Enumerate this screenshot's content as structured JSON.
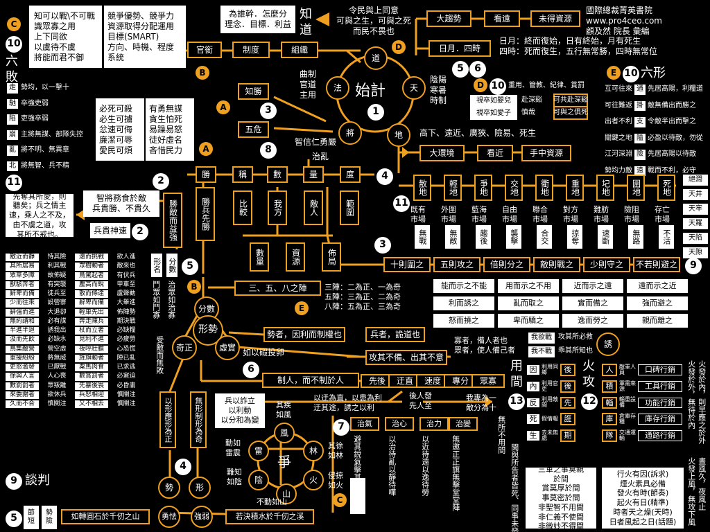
{
  "badges": {
    "n1": "1",
    "n2": "2",
    "n3": "3",
    "n4": "4",
    "n5": "5",
    "n6": "6",
    "n7": "7",
    "n8": "8",
    "n9": "9",
    "n10": "10",
    "n11": "11",
    "n12": "12",
    "n13": "13",
    "a": "A",
    "b": "B",
    "c": "C",
    "d": "D",
    "e": "E"
  },
  "center": {
    "title": "始計",
    "dao": "道",
    "tian": "天",
    "di": "地",
    "jiang": "將",
    "fa": "法",
    "law_notes": "曲制\n官道\n主用",
    "tian_notes": "陰陽\n寒暑\n時制",
    "di_notes": "高下、遠近、廣狹、險易、死生",
    "jiang_notes": "智信仁勇嚴"
  },
  "top_left": {
    "know_victory": "知可以戰\\不可戰\n識眾寡之用\n上下同欲\n以虞待不虞\n將能而君不御",
    "advantage": "競爭優勢、競爭力\n資源取得分配運用\n目標(SMART)\n方向、時機、程度\n系統",
    "officials": "官銜",
    "system": "制度",
    "organization": "組織"
  },
  "top_center": {
    "why": "為誰幹．怎麼分\n理念．目標．利益",
    "know_dao": "知道",
    "dao_meaning": "令民與上同意\n可與之生，可與之死\n而民不畏也"
  },
  "top_right": {
    "trend": "大趨勢",
    "see_far": "看遠",
    "future": "未得資源",
    "sun_moon": "日月．四時",
    "sun_moon_text": "日月：終而復始，日有終始，月有死生\n四時：死而復生，五行無常勝，四時無常位",
    "author": "國際總裁菁英書院 www.pro4ceo.com\n顧及然 院長 彙編"
  },
  "section_d": {
    "heading": "重用、管教、紀律、賞罰",
    "row1": {
      "a": "視卒如嬰兒",
      "b": "赴深谿",
      "c": "可共赴深谿"
    },
    "row2": {
      "a": "視卒如愛子",
      "b": "慎哉",
      "c": "可與之俱死"
    }
  },
  "six_shapes": {
    "title": "六形",
    "items": [
      {
        "a": "互可往來",
        "k": "通",
        "v": "先居高陽，利糧道"
      },
      {
        "a": "可往難返",
        "k": "掛",
        "v": "敵無備出而勝之"
      },
      {
        "a": "出者不利",
        "k": "支",
        "v": "令敵半出而擊之"
      },
      {
        "a": "關鍵之地",
        "k": "隘",
        "v": "必盈以待敵，勿從"
      },
      {
        "a": "江河深淵",
        "k": "險",
        "v": "先居高陽以待敵"
      },
      {
        "a": "勢均力敵",
        "k": "遠",
        "v": "戰而不利，必守"
      }
    ]
  },
  "six_defeats": {
    "title": "六敗",
    "items": [
      {
        "k": "走",
        "v": "勢均，以一擊十"
      },
      {
        "k": "馳",
        "v": "卒強吏弱"
      },
      {
        "k": "陷",
        "v": "吏強卒弱"
      },
      {
        "k": "崩",
        "v": "主將無謀、部隊失控"
      },
      {
        "k": "亂",
        "v": "將不明、無異章"
      },
      {
        "k": "北",
        "v": "將無智、兵不精"
      }
    ]
  },
  "row2": {
    "know": "知勝",
    "five_danger": "五危",
    "must_die": "必死可殺\n必生可擄\n忿速可侮\n廉潔可辱\n愛民可煩",
    "brave": "有勇無謀\n貪生怕死\n易躁易怒\n徒好虛名\n吝惜民力",
    "zhi_luan": "治亂"
  },
  "measures": {
    "sheng": "勝",
    "cheng": "稱",
    "shu": "數",
    "liang": "量",
    "du": "度",
    "compare": "比較",
    "ourside": "我方",
    "enemy": "敵人",
    "scope": "範圍",
    "quantity": "數量",
    "resource": "資源",
    "layout": "佈局",
    "victory_soldier": "勝兵先勝",
    "win_enemy": "勝敵而益強",
    "wise_general": "智將務食於敵\n兵貴勝、不貴久",
    "speed": "兵貴神速"
  },
  "left_quote": "先奪其所愛，則\n聽矣；兵之情主\n速，乘人之不及，\n由不虞之道，攻\n其所不戒也。",
  "env": {
    "big": "大環境",
    "near": "看近",
    "current": "手中資源"
  },
  "terrains": [
    {
      "name": "散地",
      "market": "既有\n市場",
      "action": "無戰"
    },
    {
      "name": "輕地",
      "market": "外圍\n市場",
      "action": "無敵"
    },
    {
      "name": "爭地",
      "market": "藍海\n市場",
      "action": "趨後"
    },
    {
      "name": "交地",
      "market": "自由\n市場",
      "action": "襲擊"
    },
    {
      "name": "衢地",
      "market": "聯合\n市場",
      "action": "合交"
    },
    {
      "name": "重地",
      "market": "對方\n市場",
      "action": "掠奪"
    },
    {
      "name": "圮地",
      "market": "難肪\n市場",
      "action": "速斷"
    },
    {
      "name": "圍地",
      "market": "險阻\n市場",
      "action": "無路"
    },
    {
      "name": "死地",
      "market": "存亡\n市場",
      "action": "不活"
    }
  ],
  "edge": [
    "絕澗",
    "天井",
    "天牢",
    "天羅",
    "天陷",
    "天隙"
  ],
  "tactics": [
    "十則圍之",
    "五則攻之",
    "倍則分之",
    "敵則戰之",
    "少則守之",
    "不若則避之"
  ],
  "deceptions": [
    "能而示之不能",
    "用而示之不用",
    "近而示之遠",
    "遠而示之近",
    "利而誘之",
    "亂而取之",
    "實而備之",
    "強而避之",
    "怒而撓之",
    "卑而驕之",
    "逸而勞之",
    "親而離之"
  ],
  "form": {
    "shape_name": "形名",
    "shape_number": "分數",
    "fight_many": "鬥眾如鬥寡",
    "govern_many": "治眾如治寡",
    "divide": "分數",
    "form_shi": "形勢",
    "qizheng": "奇正",
    "xushi": "虛實",
    "receive": "受敵而無敗",
    "three_five_eight": "三、五、八之陣",
    "formations": "三陣：二為正、一為奇\n五陣：三為正、二為奇\n八陣：五為正、三為奇",
    "shi_control": "勢者，因利而制權也",
    "like_egg": "如以碬投卵",
    "war_deceit": "兵者，詭道也",
    "attack": "攻其不備、出其不意",
    "bait": "寡者，備人者也\n眾者，使人備己者",
    "i_attack": "我欲戰",
    "i_attack_text": "攻其所必救",
    "i_nowar": "我不戰",
    "i_nowar_text": "乖其所知也",
    "lure": "誘"
  },
  "control": {
    "main": "制人，而不制於人",
    "steps": [
      "先後",
      "迂直",
      "速度",
      "專分",
      "眾寡"
    ],
    "straight": "以迂為直，以患為利\n迂其途，誘之以利",
    "late": "後人發\n先人至",
    "one_ten": "我專為一\n敵分為十",
    "deceit_profit": "兵以詐立\n以利動\n以分和為變",
    "quick": "其疾\n如風"
  },
  "wind": {
    "feng": "風",
    "lin": "林",
    "huo": "火",
    "shan": "山",
    "yin": "陰",
    "lei": "雷",
    "center": "爭",
    "move_thunder": "動如\n雷震",
    "hard_yin": "難知\n如陰",
    "still_mountain": "不動如山",
    "slow_forest": "其徐\n如林",
    "invade_fire": "侵掠\n如火"
  },
  "four": [
    {
      "head": "治氣",
      "body": "避其銳氣擊其惰歸"
    },
    {
      "head": "治心",
      "body": "以治待亂以靜待嘩"
    },
    {
      "head": "治力",
      "body": "以近待遠以逸待勞"
    },
    {
      "head": "治變",
      "body": "無邀正正旗無擊堂堂陣"
    }
  ],
  "four_extra": {},
  "negotiation": {
    "title": "談判",
    "rows": [
      [
        "敵近而靜",
        "恃其險",
        "遠而挑戰",
        "欲人進"
      ],
      [
        "其所居易",
        "利其戰",
        "眾樹動者",
        "敵來也"
      ],
      [
        "眾草多障",
        "故佈疑",
        "鳥驚起者",
        "有伏兵"
      ],
      [
        "獸駭奔者",
        "有突襲",
        "塵高而銳",
        "甲車至"
      ],
      [
        "辭卑而備",
        "徒兵至",
        "散而條達",
        "盧聲動"
      ],
      [
        "少而往來",
        "設營寨",
        "辭卑而備",
        "大舉進"
      ],
      [
        "辭強而進",
        "大退卻",
        "輕車先出",
        "佈陣勢"
      ],
      [
        "無約請和",
        "必有謀",
        "奔走陳兵",
        "期決戰"
      ],
      [
        "半進半退",
        "誘我出",
        "杖而立者",
        "必缺糧"
      ],
      [
        "汲而先飲",
        "必缺水",
        "見利不進",
        "必疲勞"
      ],
      [
        "鳥集敵營",
        "營空虛",
        "夜呼壯膽",
        "心恐慌"
      ],
      [
        "軍擾紛紛",
        "將無威",
        "旌旗動者",
        "陣已亂"
      ],
      [
        "吏怒濫發",
        "已厭戰",
        "粟馬肉食",
        "已求逃"
      ],
      [
        "徐與人言",
        "人心喪",
        "數賞罰者",
        "必窘迫"
      ],
      [
        "數罰罰者",
        "眾叛離",
        "先暴後畏",
        "必昏庸"
      ],
      [
        "來委謝者",
        "欲休兵",
        "兵怒相迎",
        "慎關注"
      ],
      [
        "久而不合",
        "慎關注",
        "又不相去",
        "慎關注"
      ]
    ]
  },
  "bottom": {
    "jie_duan": "節\n短",
    "shi_xian": "勢\n險",
    "round_stone": "如轉圓石於千仞之山",
    "courage": "勇怯",
    "strong": "強弱",
    "water": "若決積水於千仞之溪",
    "shape_resp": "以形應形為正",
    "shapeless": "無形制形為奇",
    "shi": "勢",
    "xing": "形"
  },
  "spies": {
    "title": "用間",
    "note1": "無所不用間",
    "note2": "聞與所告者皆死、同事未發而先聞者",
    "rows": [
      [
        "因",
        "利用同鄉",
        "後"
      ],
      [
        "內",
        "利用官吏",
        "後"
      ],
      [
        "反",
        "利用敵間",
        "先"
      ],
      [
        "死",
        "假情報",
        "誑"
      ],
      [
        "生",
        "去未無處",
        "期"
      ]
    ],
    "three_army": "三軍之事莫親\n於間\n賞莫厚於間\n事莫密於間\n非聖智不用間\n非仁義不使間\n非微妙不得間"
  },
  "fire": {
    "title": "火攻",
    "rows": [
      [
        "人",
        "敵軍人員",
        "口碑行銷"
      ],
      [
        "積",
        "軍需來源",
        "工具行銷"
      ],
      [
        "輜",
        "輜重設備",
        "功能行銷"
      ],
      [
        "庫",
        "倉庫存糧",
        "庫存行銷"
      ],
      [
        "隊",
        "交通運輸",
        "通路行銷"
      ]
    ],
    "note1": "火發於內，則早應之於外",
    "note2": "火發於外，無待於內",
    "note3": "晝風久，夜風止",
    "note4": "火發上風，無攻下風",
    "seasons": "行火有因(訴求)\n煙火素具必備\n發火有時(節奏)\n起火有日(精準)\n時者天之燥(天時)\n日者風起之日(話題)"
  }
}
